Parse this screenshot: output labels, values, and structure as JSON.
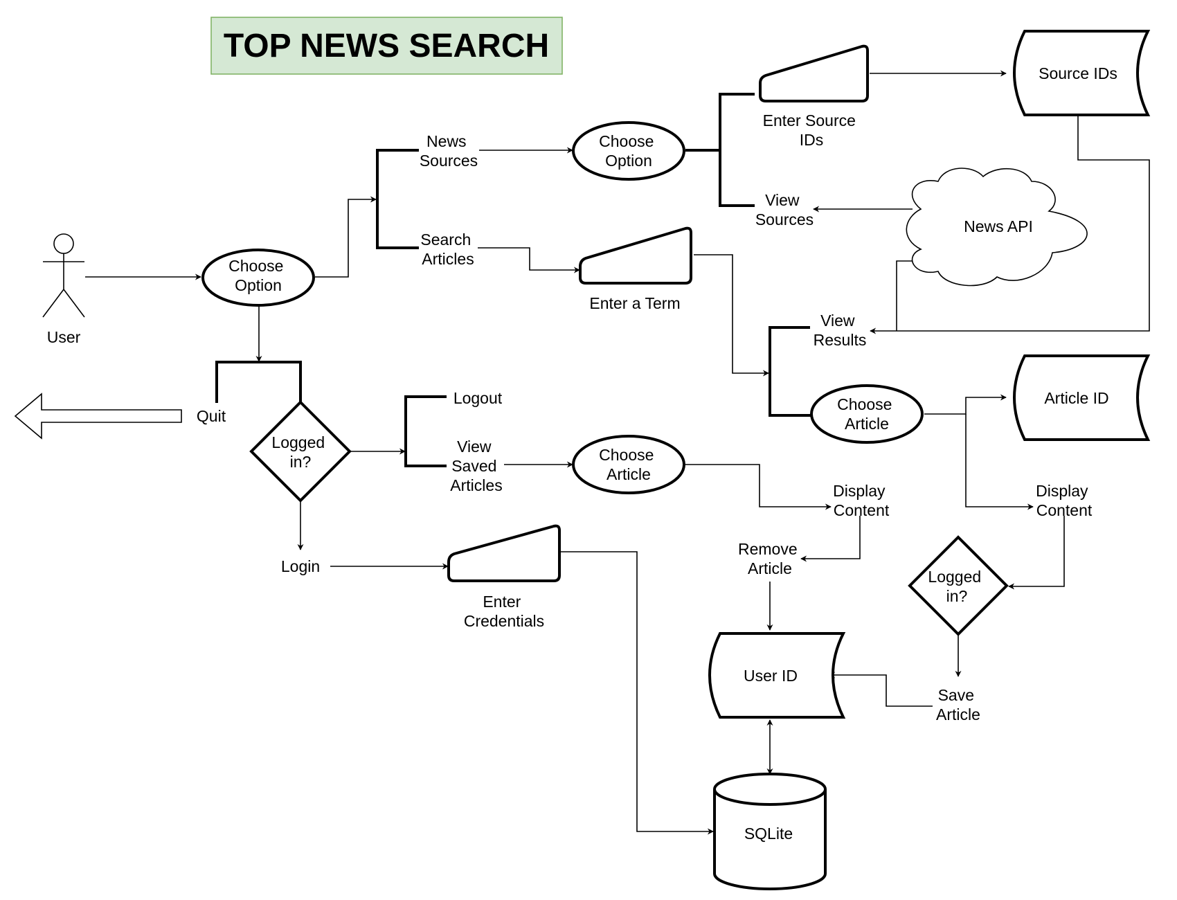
{
  "title": "TOP NEWS SEARCH",
  "colors": {
    "title_fill": "#d5e8d4",
    "title_border": "#82b366",
    "stroke": "#000000",
    "background": "#ffffff"
  },
  "nodes": {
    "user": "User",
    "choose_option_main": [
      "Choose",
      "Option"
    ],
    "news_sources": [
      "News",
      "Sources"
    ],
    "search_articles": [
      "Search",
      "Articles"
    ],
    "choose_option_sources": [
      "Choose",
      "Option"
    ],
    "enter_source_ids": [
      "Enter Source",
      "IDs"
    ],
    "source_ids": "Source IDs",
    "view_sources": [
      "View",
      "Sources"
    ],
    "news_api": "News API",
    "enter_term": "Enter a Term",
    "view_results": [
      "View",
      "Results"
    ],
    "choose_article_results": [
      "Choose",
      "Article"
    ],
    "article_id": "Article ID",
    "display_content_right": [
      "Display",
      "Content"
    ],
    "logged_in_right": [
      "Logged",
      "in?"
    ],
    "save_article": [
      "Save",
      "Article"
    ],
    "quit": "Quit",
    "logged_in_left": [
      "Logged",
      "in?"
    ],
    "logout": "Logout",
    "view_saved_articles": [
      "View",
      "Saved",
      "Articles"
    ],
    "choose_article_saved": [
      "Choose",
      "Article"
    ],
    "display_content_mid": [
      "Display",
      "Content"
    ],
    "remove_article": [
      "Remove",
      "Article"
    ],
    "login": "Login",
    "enter_credentials": [
      "Enter",
      "Credentials"
    ],
    "user_id": "User ID",
    "sqlite": "SQLite"
  }
}
